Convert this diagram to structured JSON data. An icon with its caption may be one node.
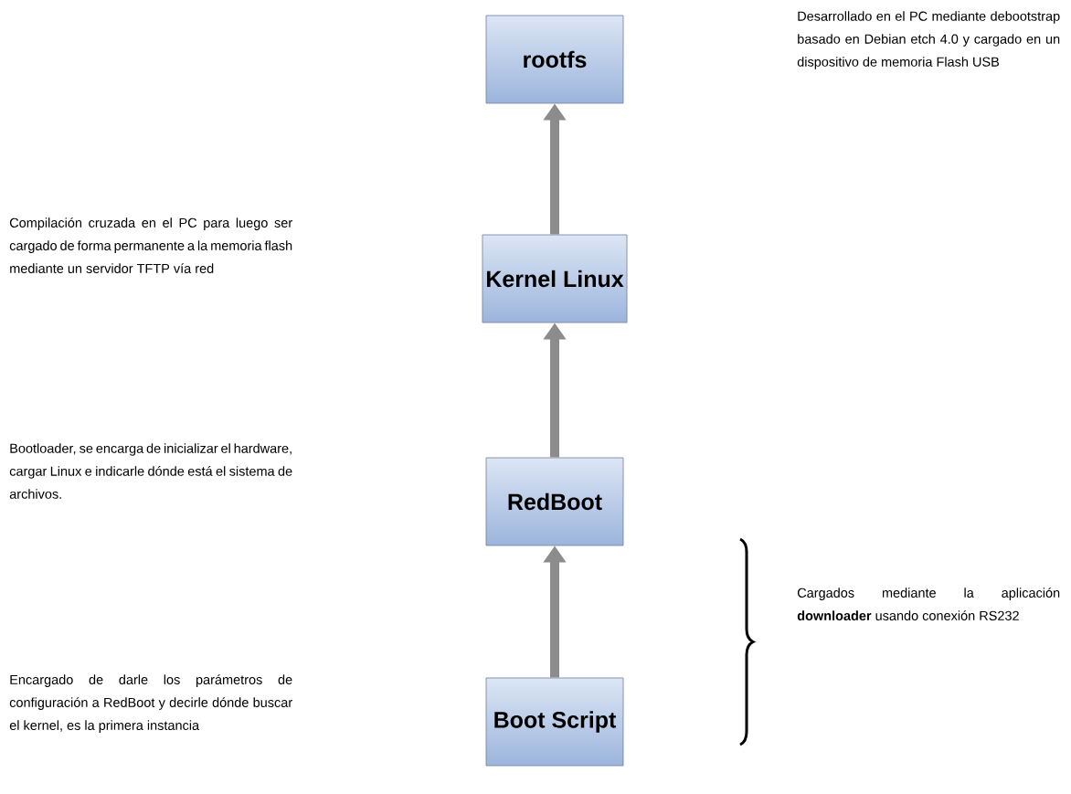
{
  "diagram": {
    "nodes": [
      {
        "text": [
          "rootfs"
        ]
      },
      {
        "text": [
          "Kernel Linux"
        ]
      },
      {
        "text": [
          "RedBoot"
        ]
      },
      {
        "text": [
          "Boot Script"
        ]
      }
    ],
    "edges": [
      {
        "from": 1,
        "to": 0,
        "arrow": "to"
      },
      {
        "from": 2,
        "to": 1,
        "arrow": "to"
      },
      {
        "from": 3,
        "to": 2,
        "arrow": "to"
      }
    ],
    "labels": [
      "Desarrollado en el PC mediante debootstrap basado en Debian etch 4.0 y cargado en un dispositivo de memoria Flash USB",
      "Compilación cruzada en el PC para luego ser cargado de forma permanente a la memoria flash mediante un servidor TFTP vía red",
      "Bootloader, se encarga de inicializar el hardware, cargar Linux e indicarle dónde está el sistema de archivos.",
      "Cargados mediante la aplicación **downloader** usando conexión RS232",
      "Encargado de darle los parámetros de configuración a RedBoot y decirle dónde buscar el kernel, es la primera instancia"
    ]
  }
}
